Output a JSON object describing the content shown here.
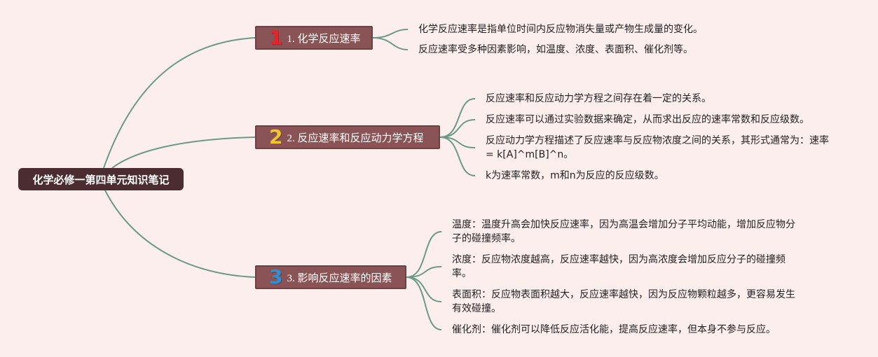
{
  "root": {
    "label": "化学必修一第四单元知识笔记"
  },
  "topics": [
    {
      "badge": "1",
      "label": "1. 化学反应速率",
      "color": "#e3262c",
      "children": [
        "化学反应速率是指单位时间内反应物消失量或产物生成量的变化。",
        "反应速率受多种因素影响，如温度、浓度、表面积、催化剂等。"
      ]
    },
    {
      "badge": "2",
      "label": "2. 反应速率和反应动力学方程",
      "color": "#f4c430",
      "children": [
        "反应速率和反应动力学方程之间存在着一定的关系。",
        "反应速率可以通过实验数据来确定，从而求出反应的速率常数和反应级数。",
        "反应动力学方程描述了反应速率与反应物浓度之间的关系，其形式通常为：速率 = k[A]^m[B]^n。",
        "k为速率常数，m和n为反应的反应级数。"
      ]
    },
    {
      "badge": "3",
      "label": "3. 影响反应速率的因素",
      "color": "#2e8fd6",
      "children": [
        "温度：温度升高会加快反应速率，因为高温会增加分子平均动能，增加反应物分子的碰撞频率。",
        "浓度：反应物浓度越高，反应速率越快，因为高浓度会增加反应分子的碰撞频率。",
        "表面积：反应物表面积越大，反应速率越快，因为反应物颗粒越多，更容易发生有效碰撞。",
        "催化剂：催化剂可以降低反应活化能，提高反应速率，但本身不参与反应。"
      ]
    }
  ]
}
